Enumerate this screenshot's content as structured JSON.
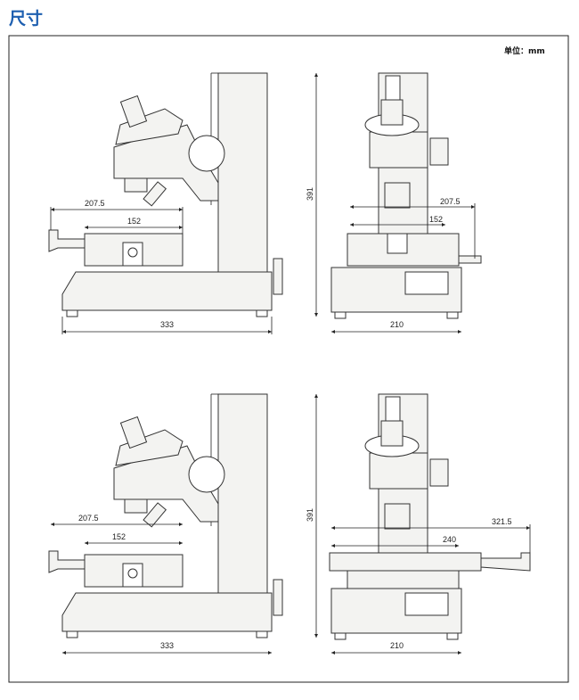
{
  "title": "尺寸",
  "unit_label": "单位：mm",
  "views": {
    "top_side": {
      "stage_reach": "207.5",
      "stage_width": "152",
      "base_length": "333"
    },
    "top_front": {
      "height": "391",
      "stage_reach": "207.5",
      "stage_width": "152",
      "base_width": "210"
    },
    "bottom_side": {
      "stage_reach": "207.5",
      "stage_width": "152",
      "base_length": "333"
    },
    "bottom_front": {
      "height": "391",
      "stage_reach": "321.5",
      "stage_width": "240",
      "base_width": "210"
    }
  }
}
